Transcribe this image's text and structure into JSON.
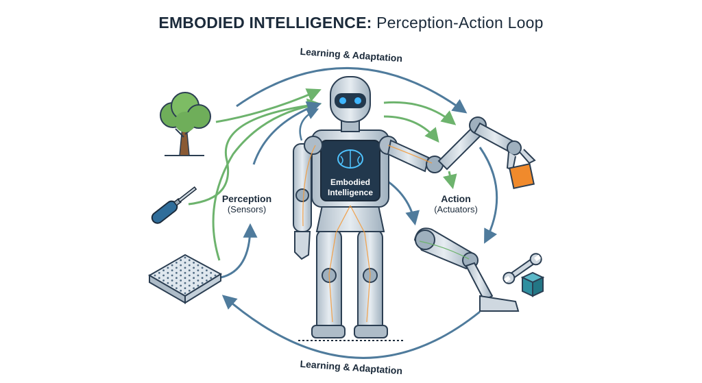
{
  "title": {
    "main": "EMBODIED INTELLIGENCE:",
    "sub": "Perception-Action Loop"
  },
  "loop": {
    "top_label": "Learning & Adaptation",
    "bottom_label": "Learning & Adaptation"
  },
  "perception": {
    "title": "Perception",
    "subtitle": "(Sensors)"
  },
  "action": {
    "title": "Action",
    "subtitle": "(Actuators)"
  },
  "core": {
    "line1": "Embodied",
    "line2": "Intelligence"
  },
  "colors": {
    "blue_arrow": "#4f7b9c",
    "green_arrow": "#6db36d",
    "robot_metal": "#cfd8e0",
    "robot_dark": "#2b3e52",
    "eye_glow": "#3fb6ff",
    "orange_cube": "#f08a2c",
    "teal_cube": "#2f8fa0",
    "nerve_orange": "#f39a3a",
    "tree_green": "#6fae5a"
  },
  "icons": [
    "tree-icon",
    "screwdriver-icon",
    "sensor-grid-icon",
    "robot-arm-icon",
    "robot-leg-icon",
    "wrench-icon",
    "cube-icon",
    "brain-icon"
  ]
}
